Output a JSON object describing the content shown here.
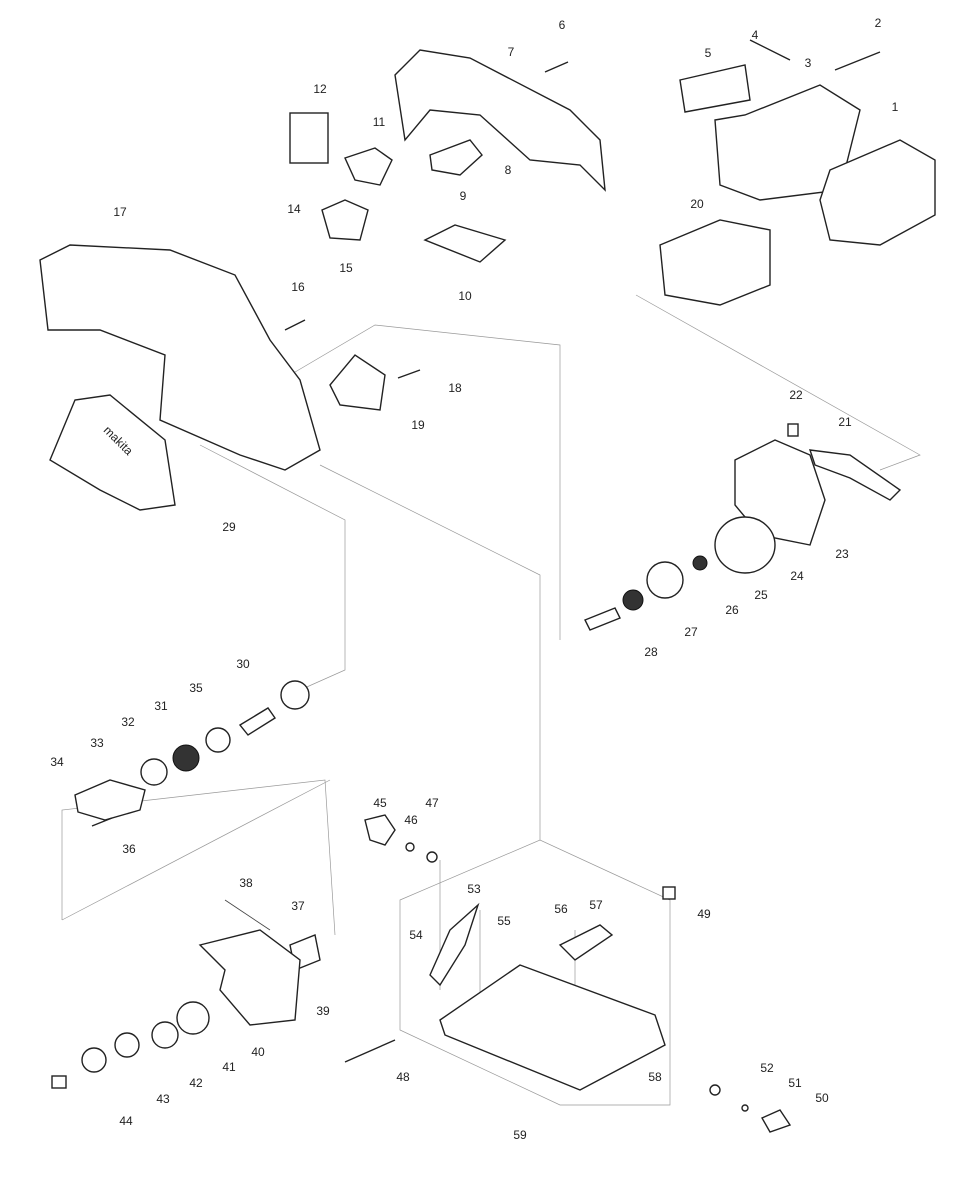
{
  "title": "Exploded parts diagram - cordless cut-off saw",
  "brand_logo_text": "makita",
  "part_labels": [
    "1",
    "2",
    "3",
    "4",
    "5",
    "6",
    "7",
    "8",
    "9",
    "10",
    "11",
    "12",
    "14",
    "15",
    "16",
    "17",
    "18",
    "19",
    "20",
    "21",
    "22",
    "23",
    "24",
    "25",
    "26",
    "27",
    "28",
    "29",
    "30",
    "31",
    "32",
    "33",
    "34",
    "35",
    "36",
    "37",
    "38",
    "39",
    "40",
    "41",
    "42",
    "43",
    "44",
    "45",
    "46",
    "47",
    "48",
    "49",
    "50",
    "51",
    "52",
    "53",
    "54",
    "55",
    "56",
    "57",
    "58",
    "59"
  ]
}
